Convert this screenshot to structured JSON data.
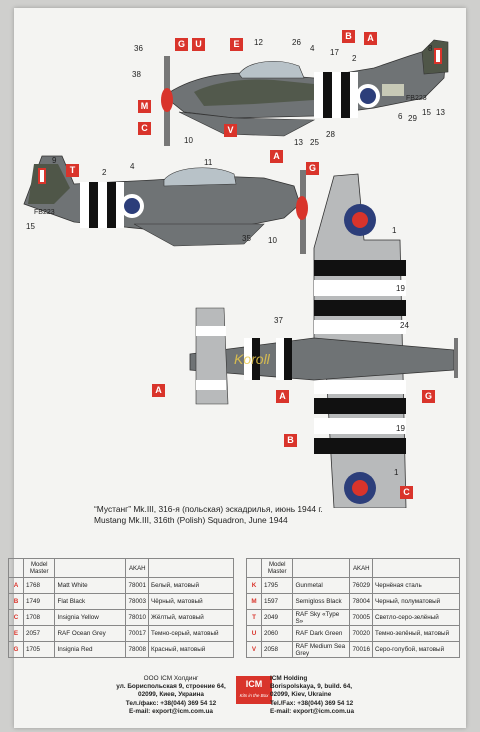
{
  "callouts": {
    "top": [
      "36",
      "38",
      "12",
      "26",
      "4",
      "17",
      "2",
      "8",
      "10",
      "13",
      "25",
      "28",
      "6",
      "29",
      "15",
      "13"
    ],
    "side2": [
      "9",
      "2",
      "4",
      "11",
      "15",
      "35",
      "10"
    ],
    "plan": [
      "1",
      "19",
      "37",
      "24",
      "19",
      "1"
    ]
  },
  "tags": [
    "G",
    "U",
    "E",
    "B",
    "A",
    "M",
    "C",
    "V",
    "T",
    "A",
    "G",
    "A",
    "A",
    "G",
    "B",
    "C"
  ],
  "registration": "FB223",
  "caption": {
    "line1": "“Мустанг” Mk.III, 316-я (польская) эскадрилья, июнь 1944 г.",
    "line2": "Mustang Mk.III, 316th (Polish) Squadron, June 1944"
  },
  "table": {
    "headers": {
      "model_master": "Model Master",
      "akah": "AKAH"
    },
    "left": [
      {
        "letter": "A",
        "mm": "1768",
        "name": "Matt White",
        "akah": "78001",
        "ru": "Белый, матовый"
      },
      {
        "letter": "B",
        "mm": "1749",
        "name": "Flat Black",
        "akah": "78003",
        "ru": "Чёрный, матовый"
      },
      {
        "letter": "C",
        "mm": "1708",
        "name": "Insignia Yellow",
        "akah": "78010",
        "ru": "Жёлтый, матовый"
      },
      {
        "letter": "E",
        "mm": "2057",
        "name": "RAF Ocean Grey",
        "akah": "70017",
        "ru": "Темно-серый, матовый"
      },
      {
        "letter": "G",
        "mm": "1705",
        "name": "Insignia Red",
        "akah": "78008",
        "ru": "Красный, матовый"
      }
    ],
    "right": [
      {
        "letter": "K",
        "mm": "1795",
        "name": "Gunmetal",
        "akah": "76029",
        "ru": "Чернёная сталь"
      },
      {
        "letter": "M",
        "mm": "1597",
        "name": "Semigloss Black",
        "akah": "78004",
        "ru": "Черный, полуматовый"
      },
      {
        "letter": "T",
        "mm": "2049",
        "name": "RAF Sky «Type S»",
        "akah": "70005",
        "ru": "Светло-серо-зелёный"
      },
      {
        "letter": "U",
        "mm": "2060",
        "name": "RAF Dark Green",
        "akah": "70020",
        "ru": "Темно-зелёный, матовый"
      },
      {
        "letter": "V",
        "mm": "2058",
        "name": "RAF Medium Sea Grey",
        "akah": "70016",
        "ru": "Серо-голубой, матовый"
      }
    ]
  },
  "footer": {
    "left": [
      "ООО ICM Холдинг",
      "ул. Бориспольская 9, строение 64,",
      "02099, Киев, Украина",
      "Тел./факс: +38(044) 369 54 12",
      "E-mail: export@icm.com.ua"
    ],
    "right": [
      "ICM Holding",
      "Borispolskaya, 9, build. 64,",
      "02099, Kiev, Ukraine",
      "Tel./Fax: +38(044) 369 54 12",
      "E-mail: export@icm.com.ua"
    ],
    "logo": "ICM",
    "logo_sub": "Kits in the Box"
  },
  "colors": {
    "red": "#d9342b",
    "ocean_grey": "#6f7375",
    "dark_green": "#4f5648",
    "sky": "#c7c9b6",
    "medium_sea_grey": "#b8babb",
    "white": "#ffffff",
    "black": "#111111"
  }
}
